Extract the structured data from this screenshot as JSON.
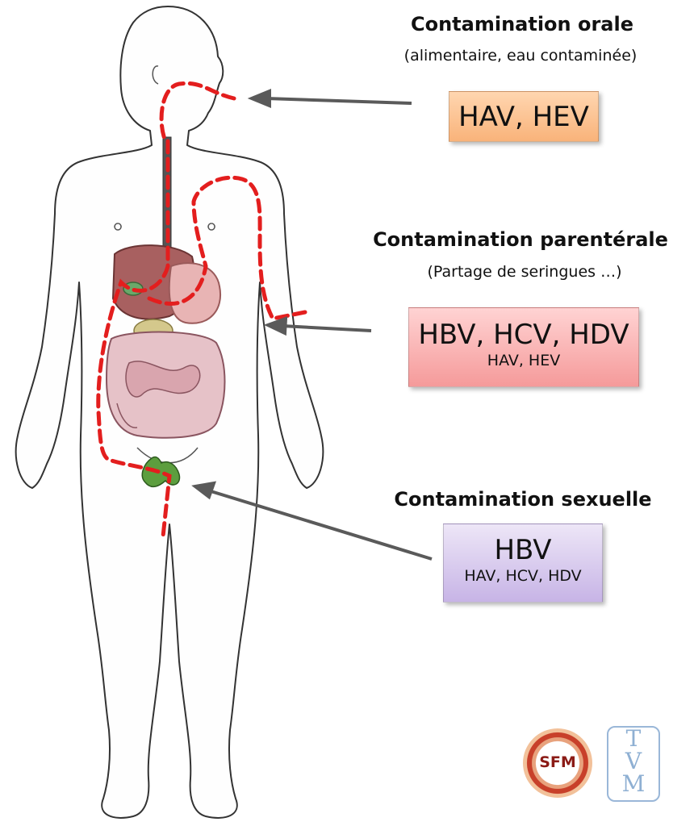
{
  "sections": {
    "oral": {
      "title": "Contamination orale",
      "subtitle": "(alimentaire, eau contaminée)",
      "box_main": "HAV, HEV",
      "box_minor": ""
    },
    "parenteral": {
      "title": "Contamination parentérale",
      "subtitle": "(Partage de seringues …)",
      "box_main": "HBV, HCV, HDV",
      "box_minor": "HAV, HEV"
    },
    "sexual": {
      "title": "Contamination sexuelle",
      "subtitle": "",
      "box_main": "HBV",
      "box_minor": "HAV, HCV, HDV"
    }
  },
  "logos": {
    "sfm": "SFM",
    "tvm": [
      "T",
      "V",
      "M"
    ]
  },
  "colors": {
    "route_line": "#e31e1e",
    "arrow": "#5a5a5a",
    "oral_box": "#f9b37a",
    "parenteral_box": "#f59a9a",
    "sexual_box": "#c7b4e6",
    "body_outline": "#333333"
  },
  "icons": [
    "human-body-illustration",
    "digestive-organs",
    "contamination-route-line",
    "arrow-icon"
  ]
}
